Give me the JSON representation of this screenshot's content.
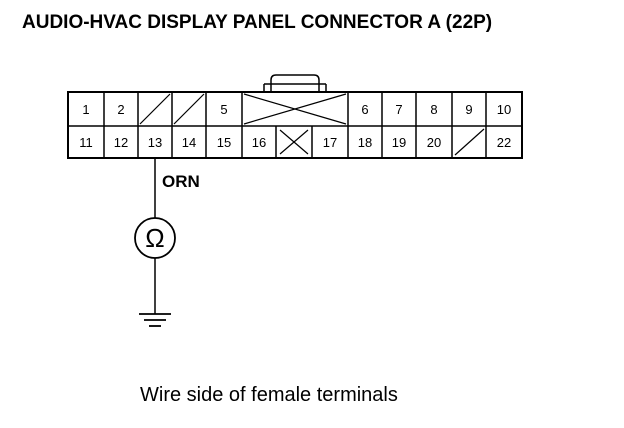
{
  "title": "AUDIO-HVAC DISPLAY PANEL CONNECTOR A (22P)",
  "caption": "Wire side of female terminals",
  "wire_color": "ORN",
  "meter_symbol": "Ω",
  "ground_icon": "ground-icon",
  "top_row": [
    "1",
    "2",
    "",
    "",
    "5",
    "",
    "6",
    "7",
    "8",
    "9",
    "10"
  ],
  "bottom_row": [
    "11",
    "12",
    "13",
    "14",
    "15",
    "16",
    "",
    "17",
    "18",
    "19",
    "20",
    "",
    "22"
  ]
}
